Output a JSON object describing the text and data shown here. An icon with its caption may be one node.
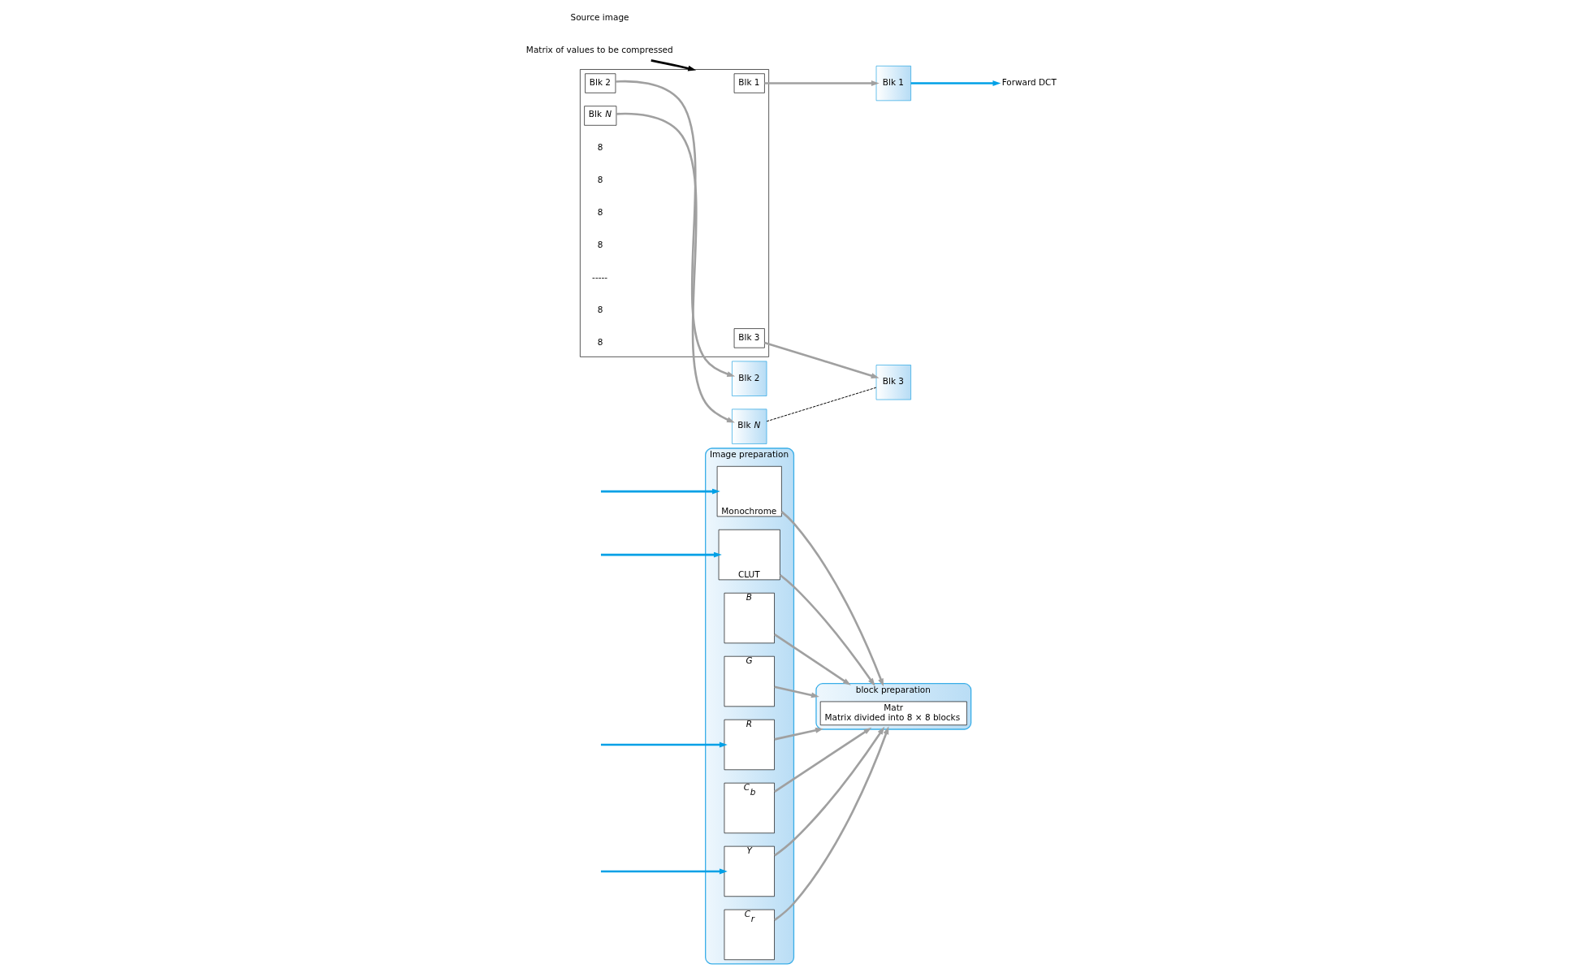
{
  "diagram": {
    "nodes": [
      {
        "text": [
          "Image preparation"
        ]
      },
      {
        "text": [
          "Monochrome"
        ],
        "in": 0
      },
      {
        "text": [
          "CLUT"
        ],
        "in": 0
      },
      {
        "text": [
          "B"
        ],
        "in": 0
      },
      {
        "text": [
          "G"
        ],
        "in": 0
      },
      {
        "text": [
          "R"
        ],
        "in": 0
      },
      {
        "text": [
          "C$_{b}$"
        ],
        "in": 0
      },
      {
        "text": [
          "Y"
        ],
        "in": 0
      },
      {
        "text": [
          "C$_{r}$"
        ],
        "in": 0
      },
      {
        "text": [
          "block preparation"
        ]
      },
      {
        "text": [
          "Matr",
          "Matrix divided into 8 × 8 blocks"
        ],
        "in": 9
      },
      {
        "text": [],
        "shape": "box"
      },
      {
        "text": [
          "Blk 1"
        ],
        "in": 11
      },
      {
        "text": [
          "Blk 2"
        ],
        "in": 11
      },
      {
        "text": [
          "Blk 3"
        ],
        "in": 11
      },
      {
        "text": [
          "Blk *N*"
        ],
        "in": 11
      },
      {
        "text": [
          "Matrix of values to be compressed"
        ]
      },
      {
        "text": [
          "Blk *N*"
        ]
      },
      {
        "text": [
          "Blk 3"
        ]
      },
      {
        "text": [
          "Blk 2"
        ]
      },
      {
        "text": [
          "Blk 1"
        ]
      },
      {
        "text": [
          "Forward DCT"
        ]
      }
    ],
    "edges": [
      {
        "from": null,
        "to": 1,
        "arrow": "to",
        "color": "#00a0e6"
      },
      {
        "from": null,
        "to": 2,
        "arrow": "to",
        "color": "#00a0e6"
      },
      {
        "from": null,
        "to": 5,
        "arrow": "to",
        "color": "#00a0e6"
      },
      {
        "from": null,
        "to": 7,
        "arrow": "to",
        "color": "#00a0e6"
      },
      {
        "from": 1,
        "to": 9,
        "arrow": "to"
      },
      {
        "from": 2,
        "to": 9,
        "arrow": "to"
      },
      {
        "from": 3,
        "to": 9,
        "arrow": "to"
      },
      {
        "from": 4,
        "to": 9,
        "arrow": "to"
      },
      {
        "from": 5,
        "to": 9,
        "arrow": "to"
      },
      {
        "from": 6,
        "to": 9,
        "arrow": "to"
      },
      {
        "from": 7,
        "to": 9,
        "arrow": "to"
      },
      {
        "from": 8,
        "to": 9,
        "arrow": "to"
      },
      {
        "from": 16,
        "to": 11,
        "arrow": "to",
        "color": "#000000"
      },
      {
        "from": 12,
        "to": 20,
        "arrow": "to"
      },
      {
        "from": 13,
        "to": 19,
        "arrow": "to"
      },
      {
        "from": 14,
        "to": 18,
        "arrow": "to"
      },
      {
        "from": 15,
        "to": 17,
        "arrow": "to"
      },
      {
        "from": 17,
        "to": 18,
        "arrow": "none",
        "style": "dashed",
        "color": "#000000"
      },
      {
        "from": 20,
        "to": 21,
        "arrow": "to",
        "color": "#00a0e6"
      }
    ],
    "labels": [
      "Source image",
      "8",
      "8",
      "8",
      "8",
      "-----",
      "8",
      "8"
    ]
  }
}
